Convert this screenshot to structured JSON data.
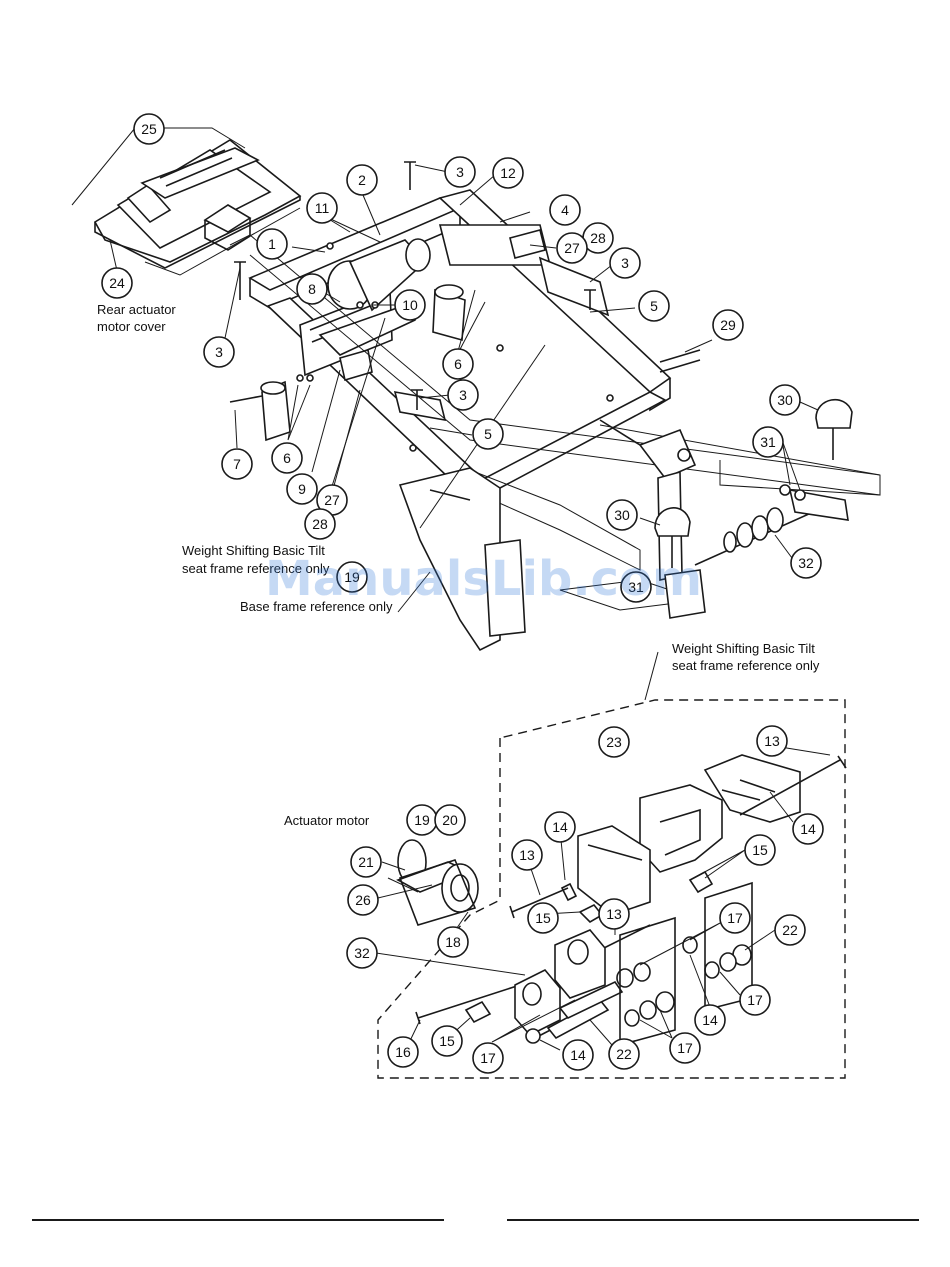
{
  "labels": {
    "rear_cover": [
      "Rear actuator",
      "motor cover"
    ],
    "seat_ref_1": [
      "Weight Shifting Basic Tilt",
      "seat frame reference only"
    ],
    "base_ref": "Base frame reference only",
    "seat_ref_2": [
      "Weight Shifting Basic Tilt",
      "seat frame reference only"
    ],
    "actuator_motor": "Actuator motor"
  },
  "watermark": "ManualsLib.com",
  "callouts_top": [
    "25",
    "24",
    "3",
    "12",
    "2",
    "11",
    "4",
    "1",
    "28",
    "27",
    "3",
    "8",
    "10",
    "5",
    "3",
    "6",
    "29",
    "3",
    "5",
    "30",
    "7",
    "6",
    "31",
    "9",
    "27",
    "28",
    "30",
    "32",
    "19",
    "31"
  ],
  "callouts_bottom": [
    "23",
    "13",
    "14",
    "19",
    "20",
    "21",
    "26",
    "18",
    "32",
    "13",
    "14",
    "15",
    "15",
    "13",
    "17",
    "22",
    "16",
    "15",
    "17",
    "14",
    "22",
    "17",
    "17",
    "14"
  ]
}
